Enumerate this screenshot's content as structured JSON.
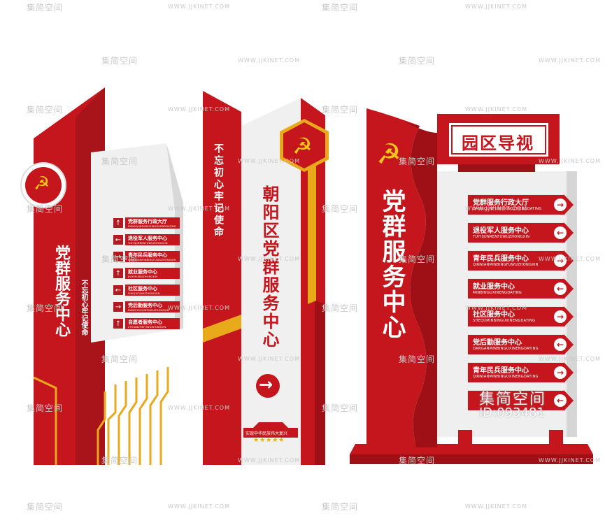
{
  "watermarks": {
    "brand": "集简空间",
    "url": "WWW.JJKINET.COM"
  },
  "sign_left": {
    "title": "党群服务中心",
    "slogan": "不忘初心牢记使命",
    "rows": [
      {
        "label": "党群服务行政大厅",
        "pinyin": "DANGQUNFUWUXINGZHENGDATING",
        "arrow": "↑"
      },
      {
        "label": "退役军人服务中心",
        "pinyin": "TUIYIJUNRENFUWUZHONGXIN",
        "arrow": "←"
      },
      {
        "label": "青年民兵服务中心",
        "pinyin": "QINGNIANMINBINGFUWUZHONGXIN",
        "arrow": "→"
      },
      {
        "label": "就业服务中心",
        "pinyin": "JIUYEFUWUZHONGXIN",
        "arrow": "↑"
      },
      {
        "label": "社区服务中心",
        "pinyin": "SHEQUFUWUZHONGXIN",
        "arrow": "←"
      },
      {
        "label": "党后勤服务中心",
        "pinyin": "DANGHOUQINFUWUZHONGXIN",
        "arrow": "→"
      },
      {
        "label": "自愿者服务中心",
        "pinyin": "ZIYUANZHEFUWUZHONGXIN",
        "arrow": "↑"
      }
    ]
  },
  "sign_middle": {
    "slogan": "不忘初心牢记使命",
    "title": "朝阳区党群服务中心",
    "arrow": "→",
    "badge": "实现中华民族伟大复兴"
  },
  "sign_right": {
    "header": "园区导视",
    "title": "党群服务中心",
    "rows": [
      {
        "label": "党群服务行政大厅",
        "pinyin": "DANGQUNFUWUXINGZHENGDATING",
        "arrow": "→"
      },
      {
        "label": "退役军人服务中心",
        "pinyin": "TUIYIJUNRENFUWUZHONGXIN",
        "arrow": "←"
      },
      {
        "label": "青年民兵服务中心",
        "pinyin": "QINNIANMINBINGFUWUZHONGXIN",
        "arrow": "→"
      },
      {
        "label": "就业服务中心",
        "pinyin": "MINBINGUXINENGDATING",
        "arrow": "←"
      },
      {
        "label": "社区服务中心",
        "pinyin": "SHEQUMINBINGUXINENGDATING",
        "arrow": "→"
      },
      {
        "label": "党后勤服务中心",
        "pinyin": "DANGANMINBINGUXINENGDATING",
        "arrow": "←"
      },
      {
        "label": "青年民兵服务中心",
        "pinyin": "QINNIANMINBINGUXINENGDATING",
        "arrow": "→"
      },
      {
        "label": "",
        "pinyin": "",
        "arrow": "←"
      }
    ]
  },
  "overlay": {
    "brand": "集简空间",
    "id": "ID:093481"
  },
  "colors": {
    "red": "#c4161c",
    "dark_red": "#9e1016",
    "gold": "#e8a91a",
    "panel": "#ededed"
  }
}
